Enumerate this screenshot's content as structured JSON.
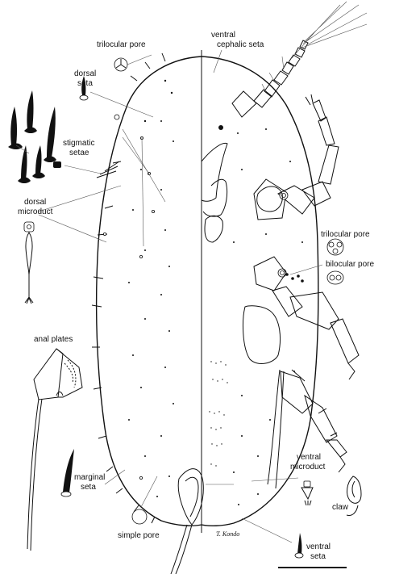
{
  "labels": {
    "trilocular_pore_top": "trilocular pore",
    "dorsal_seta": [
      "dorsal",
      "seta"
    ],
    "ventral_cephalic_seta": [
      "ventral",
      "cephalic seta"
    ],
    "stigmatic_setae": [
      "stigmatic",
      "setae"
    ],
    "dorsal_microduct": [
      "dorsal",
      "microduct"
    ],
    "trilocular_pore_right": "trilocular pore",
    "bilocular_pore": "bilocular pore",
    "anal_plates": "anal plates",
    "ventral_microduct": [
      "ventral",
      "microduct"
    ],
    "marginal_seta": [
      "marginal",
      "seta"
    ],
    "claw": "claw",
    "simple_pore": "simple pore",
    "ventral_seta": [
      "ventral",
      "seta"
    ]
  },
  "signature": "T. Kondo"
}
